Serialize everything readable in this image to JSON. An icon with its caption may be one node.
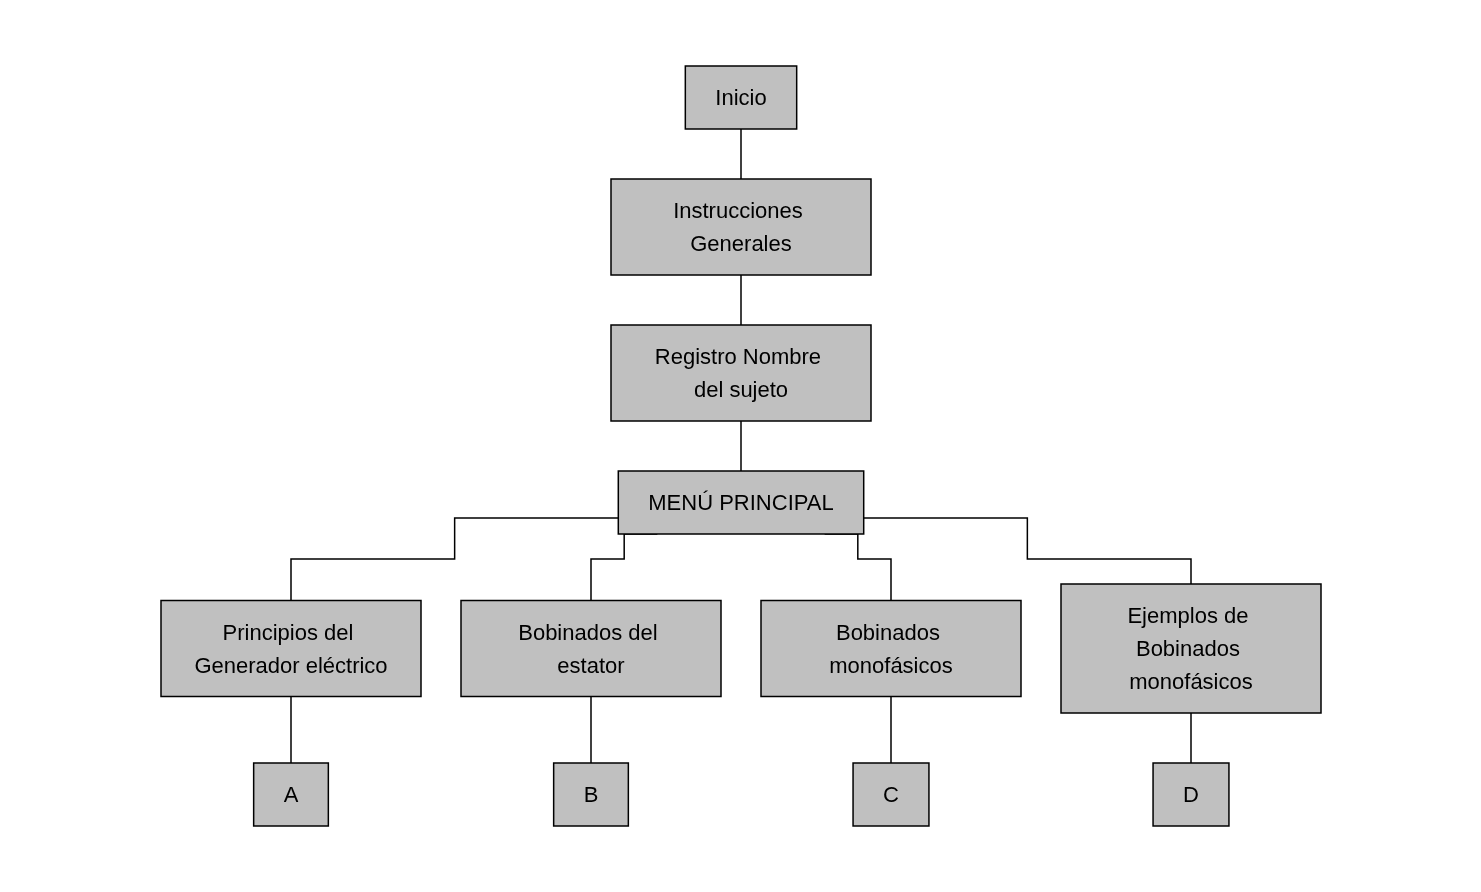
{
  "diagram": {
    "nodes": [
      {
        "text": [
          "Inicio"
        ]
      },
      {
        "text": [
          "Instrucciones Generales"
        ]
      },
      {
        "text": [
          "Registro Nombre del sujeto"
        ]
      },
      {
        "text": [
          "MENÚ PRINCIPAL"
        ]
      },
      {
        "text": [
          "Principios del Generador eléctrico"
        ]
      },
      {
        "text": [
          "Bobinados del estator"
        ]
      },
      {
        "text": [
          "Bobinados monofásicos"
        ]
      },
      {
        "text": [
          "Ejemplos de Bobinados monofásicos"
        ]
      },
      {
        "text": [
          "A"
        ]
      },
      {
        "text": [
          "B"
        ]
      },
      {
        "text": [
          "C"
        ]
      },
      {
        "text": [
          "D"
        ]
      }
    ],
    "edges": [
      {
        "from": 0,
        "to": 1,
        "arrow": "none"
      },
      {
        "from": 1,
        "to": 2,
        "arrow": "none"
      },
      {
        "from": 2,
        "to": 3,
        "arrow": "none"
      },
      {
        "from": 3,
        "to": 4,
        "arrow": "none"
      },
      {
        "from": 3,
        "to": 5,
        "arrow": "none"
      },
      {
        "from": 3,
        "to": 6,
        "arrow": "none"
      },
      {
        "from": 3,
        "to": 7,
        "arrow": "none"
      },
      {
        "from": 4,
        "to": 8,
        "arrow": "none"
      },
      {
        "from": 5,
        "to": 9,
        "arrow": "none"
      },
      {
        "from": 6,
        "to": 10,
        "arrow": "none"
      },
      {
        "from": 7,
        "to": 11,
        "arrow": "none"
      }
    ]
  }
}
